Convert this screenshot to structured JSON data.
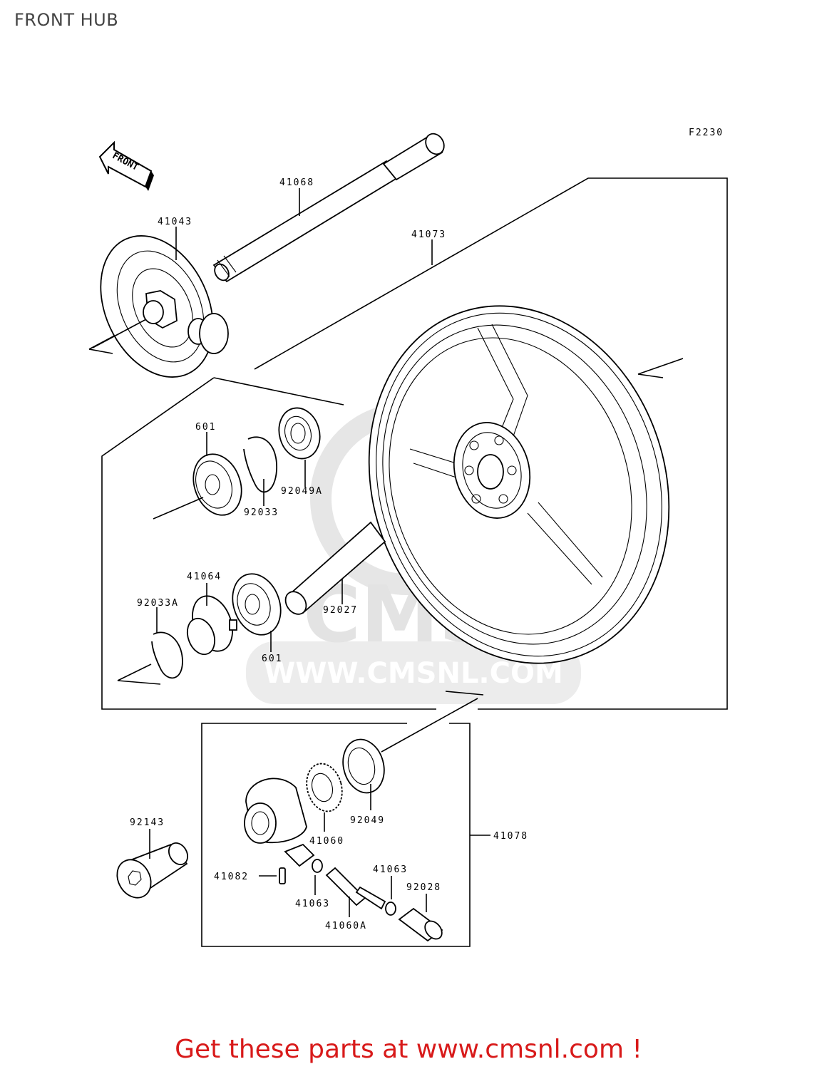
{
  "page": {
    "title": "FRONT HUB"
  },
  "diagram": {
    "ref_code": "F2230",
    "front_arrow_label": "FRONT",
    "watermark_url": "WWW.CMSNL.COM",
    "watermark_logo_text": "CMS",
    "labels": {
      "p41068": "41068",
      "p41043": "41043",
      "p41073": "41073",
      "p601_top": "601",
      "p92049A": "92049A",
      "p92033": "92033",
      "p41064": "41064",
      "p92033A": "92033A",
      "p601_bottom": "601",
      "p92027": "92027",
      "p92049": "92049",
      "p41060": "41060",
      "p41078": "41078",
      "p92143": "92143",
      "p41082": "41082",
      "p41063_top": "41063",
      "p41063_bottom": "41063",
      "p92028": "92028",
      "p41060A": "41060A"
    }
  },
  "footer": {
    "text": "Get these parts at www.cmsnl.com !"
  },
  "colors": {
    "footer_text": "#d81a1a",
    "watermark": "#e3e3e3",
    "title_text": "#444444"
  }
}
